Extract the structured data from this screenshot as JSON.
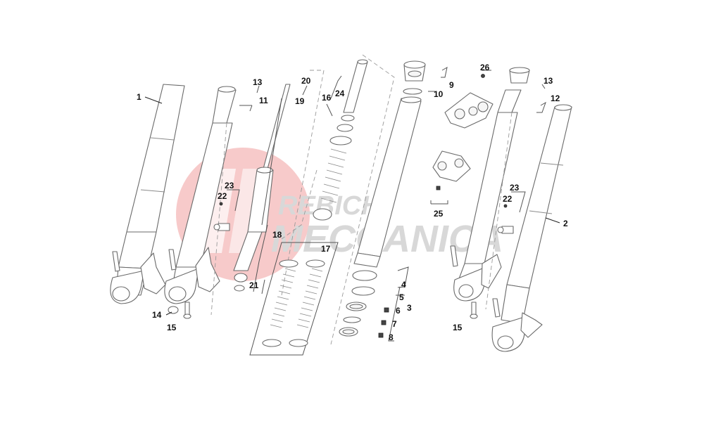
{
  "watermark": {
    "line1": "REBICH",
    "line2": "MECCANICA",
    "circle_color": "#f4b8b8",
    "text_color": "#d8d8d8"
  },
  "callouts": {
    "c1": "1",
    "c2": "2",
    "c3": "3",
    "c4": "4",
    "c5": "5",
    "c6": "6",
    "c7": "7",
    "c8": "8",
    "c9": "9",
    "c10": "10",
    "c11": "11",
    "c12": "12",
    "c13a": "13",
    "c13b": "13",
    "c14": "14",
    "c15a": "15",
    "c15b": "15",
    "c16": "16",
    "c17": "17",
    "c18": "18",
    "c19": "19",
    "c20": "20",
    "c21": "21",
    "c22a": "22",
    "c22b": "22",
    "c23a": "23",
    "c23b": "23",
    "c24": "24",
    "c25": "25",
    "c26": "26"
  }
}
